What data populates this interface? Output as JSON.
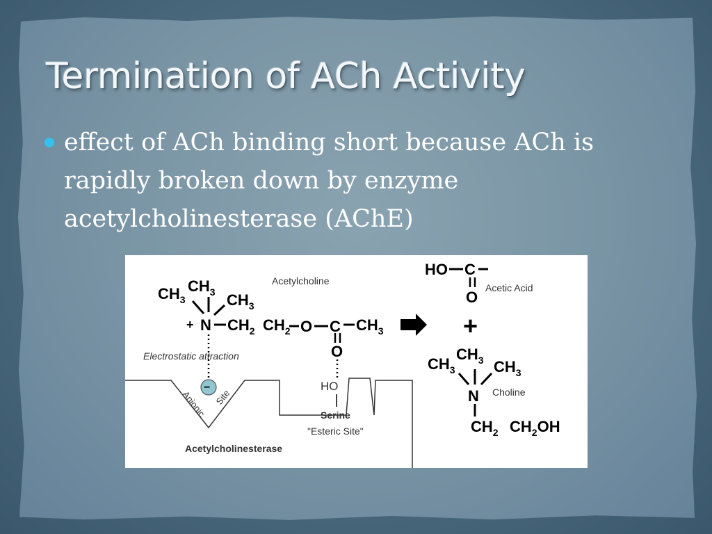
{
  "slide": {
    "title": "Termination of ACh Activity",
    "bullets": [
      "effect of ACh binding short because ACh is rapidly broken down by enzyme acetylcholinesterase (AChE)"
    ]
  },
  "diagram": {
    "labels": {
      "acetylcholine": "Acetylcholine",
      "acetic_acid": "Acetic Acid",
      "choline": "Choline",
      "electrostatic": "Electrostatic  attraction",
      "anionic": "Anionic",
      "site": "Site",
      "serine": "Serine",
      "esteric": "\"Esteric Site\"",
      "enzyme": "Acetylcholinesterase"
    },
    "chem": {
      "ch3": "CH",
      "sub3": "3",
      "sub2": "2",
      "n": "N",
      "plus_charge": "+",
      "ch2": "CH",
      "o": "O",
      "c": "C",
      "ho": "HO",
      "ho_dash": "HO",
      "plus": "+",
      "minus": "−",
      "oh": "OH"
    },
    "colors": {
      "anionic_ball": "#8fc6cf",
      "bullet": "#36c0ec"
    }
  }
}
